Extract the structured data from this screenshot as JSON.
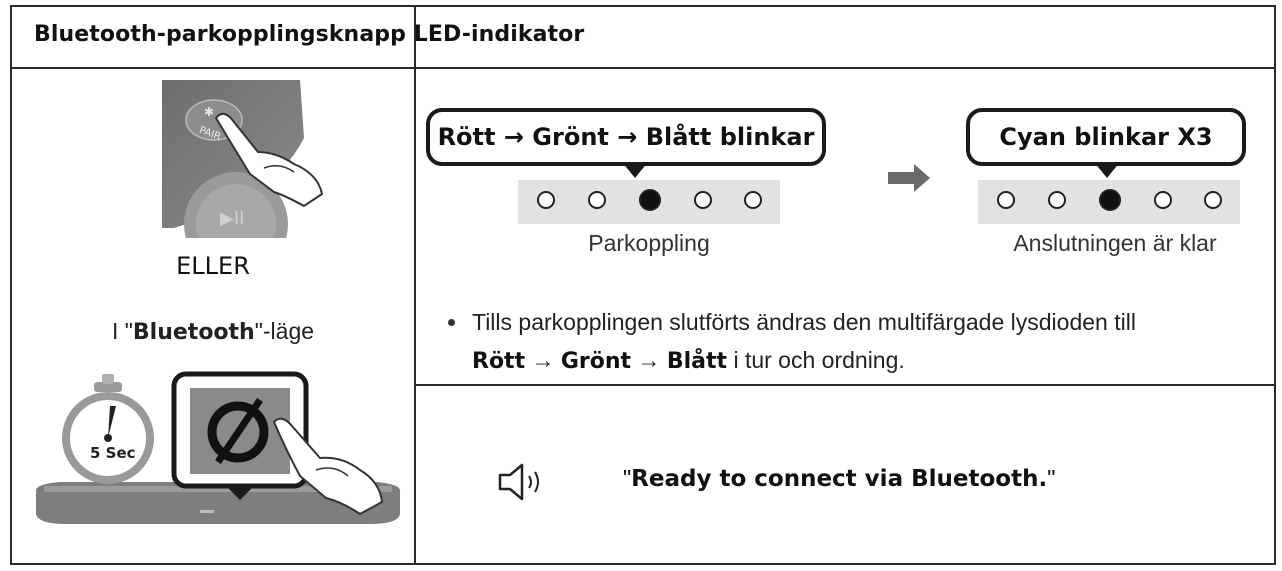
{
  "header": {
    "title": "Bluetooth-parkopplingsknapp LED-indikator"
  },
  "left": {
    "remote_button_label": "PAIR",
    "or_text": "ELLER",
    "mode_prefix": "I \"",
    "mode_bold": "Bluetooth",
    "mode_suffix": "\"-läge",
    "timer_label": "5 Sec"
  },
  "status": {
    "pairing": {
      "bubble": "Rött → Grönt → Blått blinkar",
      "caption": "Parkoppling"
    },
    "ready": {
      "bubble": "Cyan blinkar X3",
      "caption": "Anslutningen är klar"
    }
  },
  "note": {
    "line1": "Tills parkopplingen slutförts ändras den multifärgade lysdioden till",
    "red": "Rött",
    "green": "Grönt",
    "blue": "Blått",
    "arrow": "→",
    "tail": "i tur och ordning."
  },
  "voice": {
    "open_quote": "\"",
    "message": "Ready to connect via Bluetooth.",
    "close_quote": "\""
  }
}
